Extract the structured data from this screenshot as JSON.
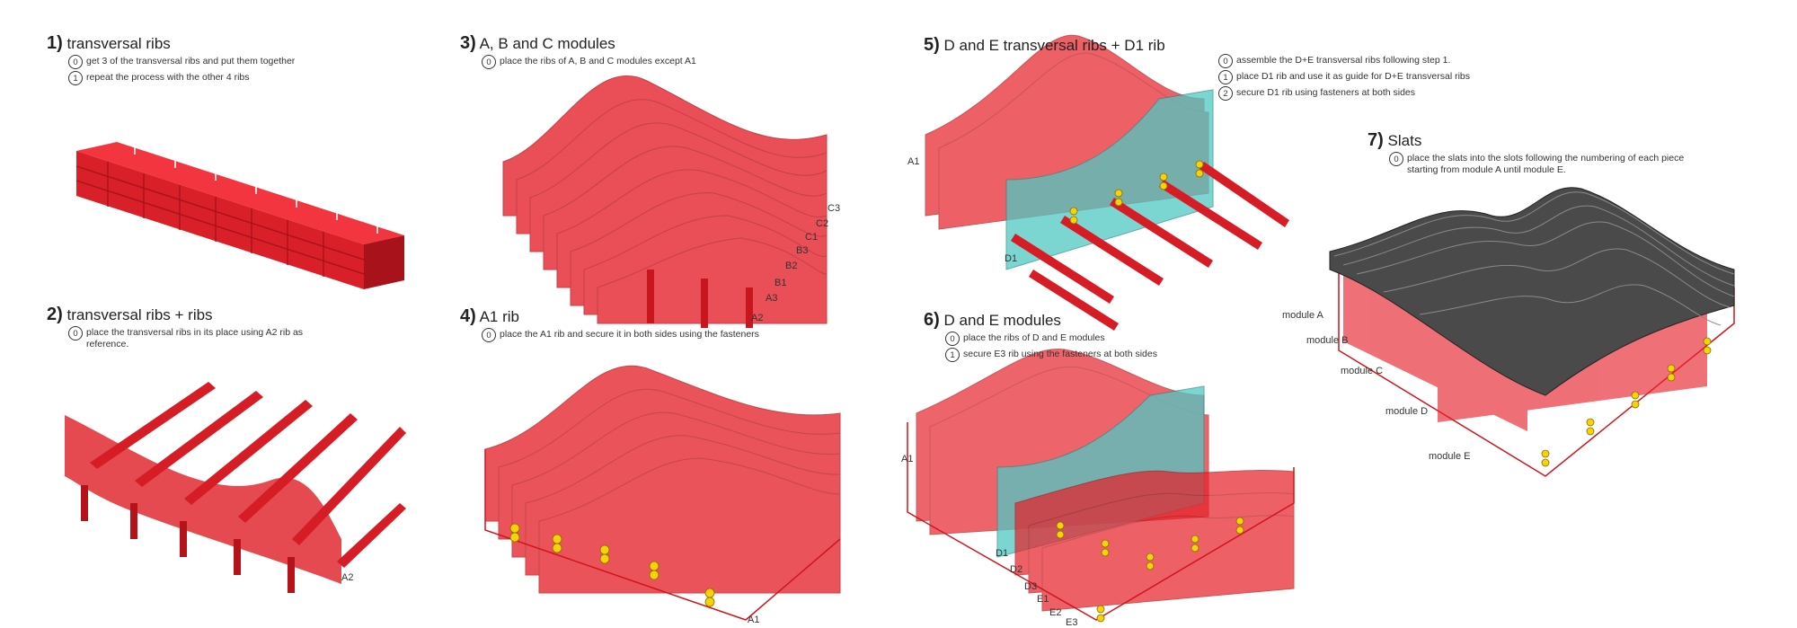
{
  "steps": [
    {
      "num": "1)",
      "title": "transversal ribs",
      "instructions": [
        {
          "idx": "0",
          "text": "get 3 of the transversal ribs and put them together"
        },
        {
          "idx": "1",
          "text": "repeat the process with the other 4 ribs"
        }
      ]
    },
    {
      "num": "2)",
      "title": "transversal ribs + ribs",
      "instructions": [
        {
          "idx": "0",
          "text": "place the transversal ribs in its place using A2 rib as reference."
        }
      ]
    },
    {
      "num": "3)",
      "title": "A, B and C modules",
      "instructions": [
        {
          "idx": "0",
          "text": "place the ribs of A, B and C modules except A1"
        }
      ]
    },
    {
      "num": "4)",
      "title": "A1 rib",
      "instructions": [
        {
          "idx": "0",
          "text": "place the A1 rib and secure it in both sides using the fasteners"
        }
      ]
    },
    {
      "num": "5)",
      "title": "D and E transversal ribs + D1 rib",
      "instructions": [
        {
          "idx": "0",
          "text": "assemble the D+E transversal ribs following step 1."
        },
        {
          "idx": "1",
          "text": "place D1 rib and use it as guide for D+E transversal ribs"
        },
        {
          "idx": "2",
          "text": "secure D1 rib using fasteners at both sides"
        }
      ]
    },
    {
      "num": "6)",
      "title": "D and E modules",
      "instructions": [
        {
          "idx": "0",
          "text": "place the ribs of D and E modules"
        },
        {
          "idx": "1",
          "text": "secure E3 rib using the fasteners at both sides"
        }
      ]
    },
    {
      "num": "7)",
      "title": "Slats",
      "instructions": [
        {
          "idx": "0",
          "text": "place the slats into the slots following the numbering of each piece starting from module A until module E."
        }
      ]
    }
  ],
  "labels": {
    "step2": [
      "A2"
    ],
    "step3": [
      "C3",
      "C2",
      "C1",
      "B3",
      "B2",
      "B1",
      "A3",
      "A2"
    ],
    "step4": [
      "A1"
    ],
    "step5": [
      "A1",
      "D1"
    ],
    "step6": [
      "A1",
      "D1",
      "D2",
      "D3",
      "E1",
      "E2",
      "E3"
    ],
    "step7": [
      "module A",
      "module B",
      "module C",
      "module D",
      "module E"
    ]
  },
  "colors": {
    "rib": "#e8202a",
    "rib_dark": "#b3141b",
    "glass": "#4fc9c4",
    "fastener": "#f5d20a",
    "slat": "#4a4a4a"
  }
}
